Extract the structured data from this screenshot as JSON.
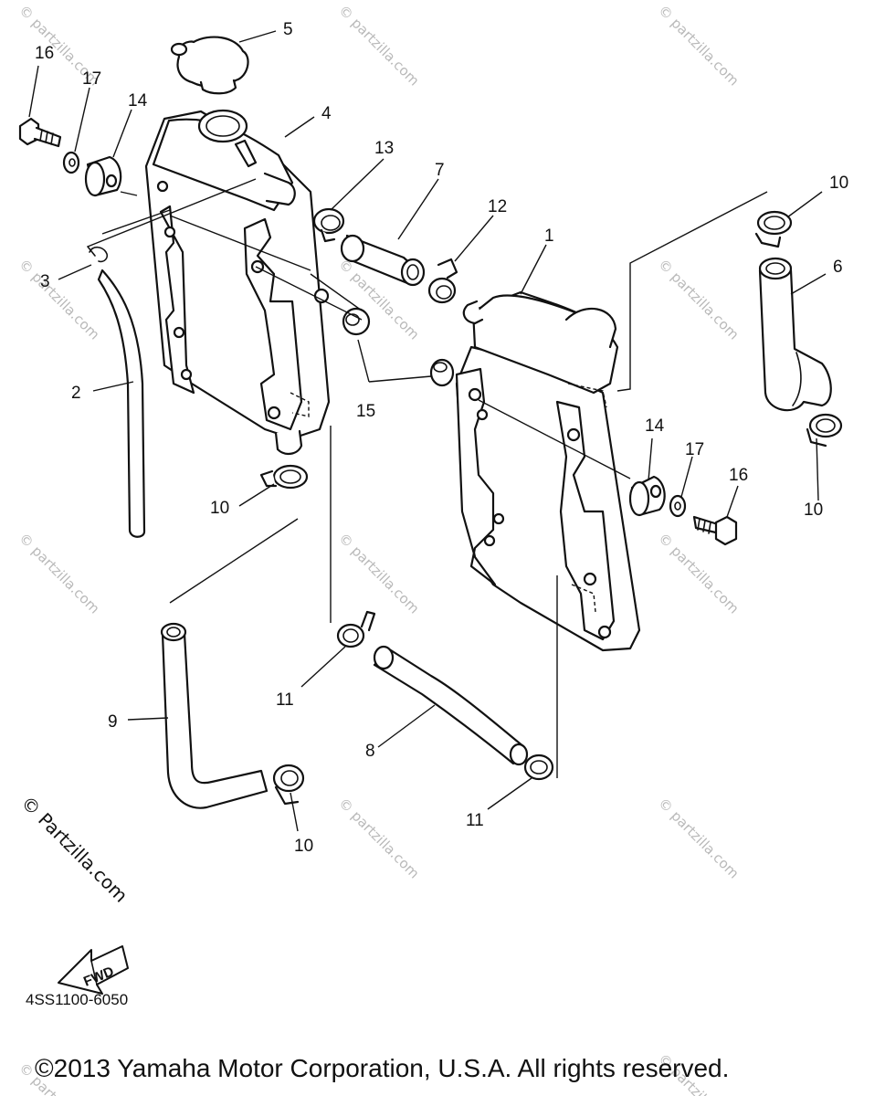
{
  "callouts": {
    "c1": "1",
    "c2": "2",
    "c3": "3",
    "c4": "4",
    "c5": "5",
    "c6": "6",
    "c7": "7",
    "c8": "8",
    "c9": "9",
    "c10a": "10",
    "c10b": "10",
    "c10c": "10",
    "c10d": "10",
    "c11a": "11",
    "c11b": "11",
    "c12": "12",
    "c13": "13",
    "c14a": "14",
    "c14b": "14",
    "c15": "15",
    "c16a": "16",
    "c16b": "16",
    "c17a": "17",
    "c17b": "17"
  },
  "fwd_label": "FWD",
  "watermark": "© Partzilla.com",
  "watermark_small": "© partzilla.com",
  "diagram_code": "4SS1100-6050",
  "copyright": "©2013  Yamaha Motor Corporation, U.S.A. All rights reserved."
}
